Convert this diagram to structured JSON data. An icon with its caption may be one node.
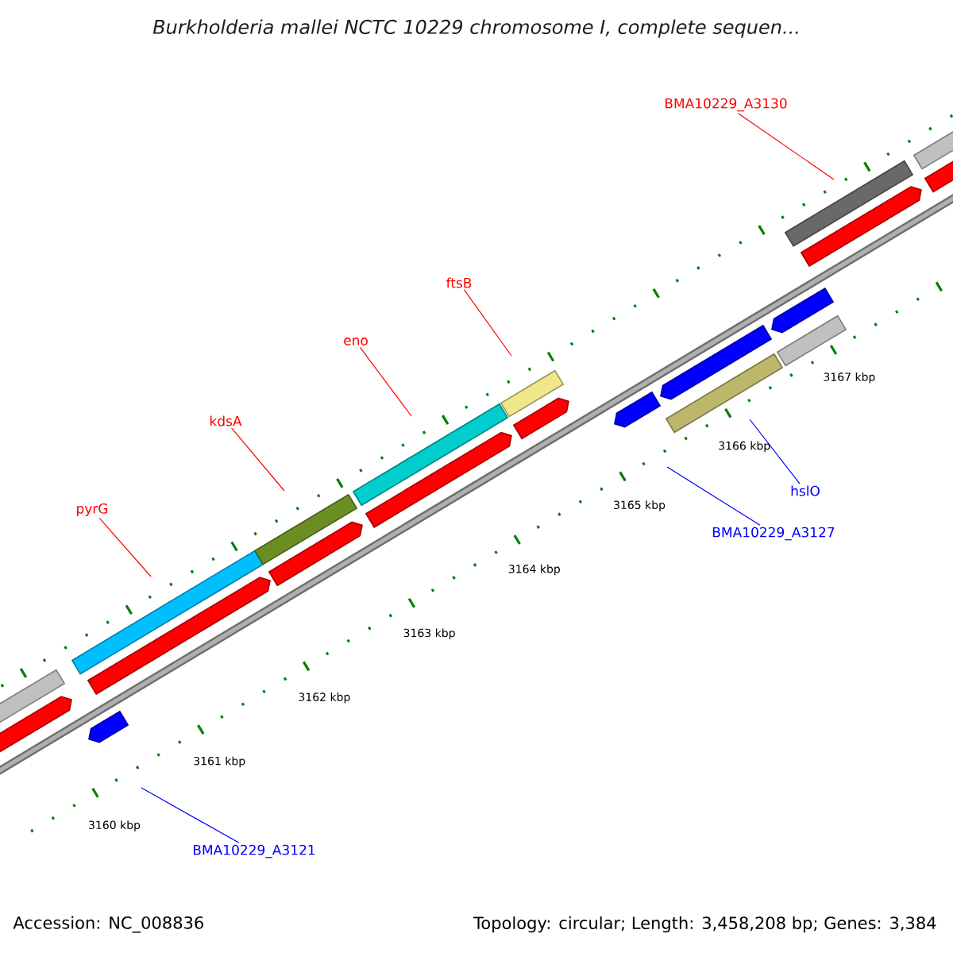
{
  "diagram": {
    "title": "Burkholderia mallei NCTC 10229 chromosome I, complete sequen...",
    "nodes": [
      {
        "text": [
          "BMA10229_A3130"
        ]
      },
      {
        "text": [
          "ftsB"
        ]
      },
      {
        "text": [
          "eno"
        ]
      },
      {
        "text": [
          "kdsA"
        ]
      },
      {
        "text": [
          "hslO"
        ]
      },
      {
        "text": [
          "pyrG"
        ]
      },
      {
        "text": [
          "BMA10229_A3127"
        ]
      },
      {
        "text": [
          "BMA10229_A3121"
        ]
      }
    ],
    "edges": [
      {
        "from": 0,
        "to": null,
        "arrow": "none"
      },
      {
        "from": 1,
        "to": null,
        "arrow": "none"
      },
      {
        "from": 2,
        "to": null,
        "arrow": "none"
      },
      {
        "from": 3,
        "to": null,
        "arrow": "none"
      },
      {
        "from": 4,
        "to": null,
        "arrow": "none",
        "color": "#0000ff"
      },
      {
        "from": 5,
        "to": null,
        "arrow": "none"
      },
      {
        "from": 6,
        "to": null,
        "arrow": "none",
        "color": "#0000ff"
      },
      {
        "from": 7,
        "to": null,
        "arrow": "none",
        "color": "#0000ff"
      }
    ],
    "labels": [
      "3160 kbp",
      "3161 kbp",
      "3162 kbp",
      "3163 kbp",
      "3164 kbp",
      "3165 kbp",
      "3166 kbp",
      "3167 kbp",
      "Accession: NC_008836",
      "Topology: circular; Length: 3,458,208 bp; Genes: 3,384"
    ]
  }
}
